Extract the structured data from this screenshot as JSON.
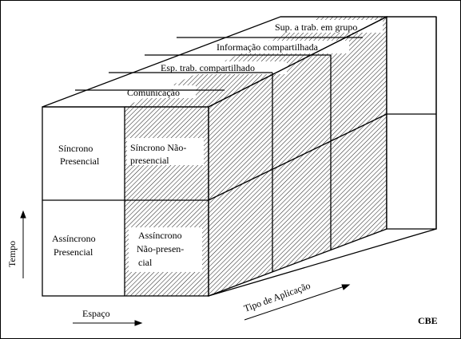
{
  "diagram": {
    "top_layers": [
      "Sup. a trab. em grupo",
      "Informação compartilhada",
      "Esp. trab. compartilhado",
      "Comunicação"
    ],
    "cells": {
      "top_left": [
        "Síncrono",
        "Presencial"
      ],
      "top_right": [
        "Síncrono Não-",
        "presencial"
      ],
      "bottom_left": [
        "Assíncrono",
        "Presencial"
      ],
      "bottom_right": [
        "Assíncrono",
        "Não-presen-",
        "cial"
      ]
    },
    "axes": {
      "vertical": "Tempo",
      "horizontal": "Espaço",
      "depth": "Tipo de Aplicação"
    },
    "credit": "CBE"
  }
}
